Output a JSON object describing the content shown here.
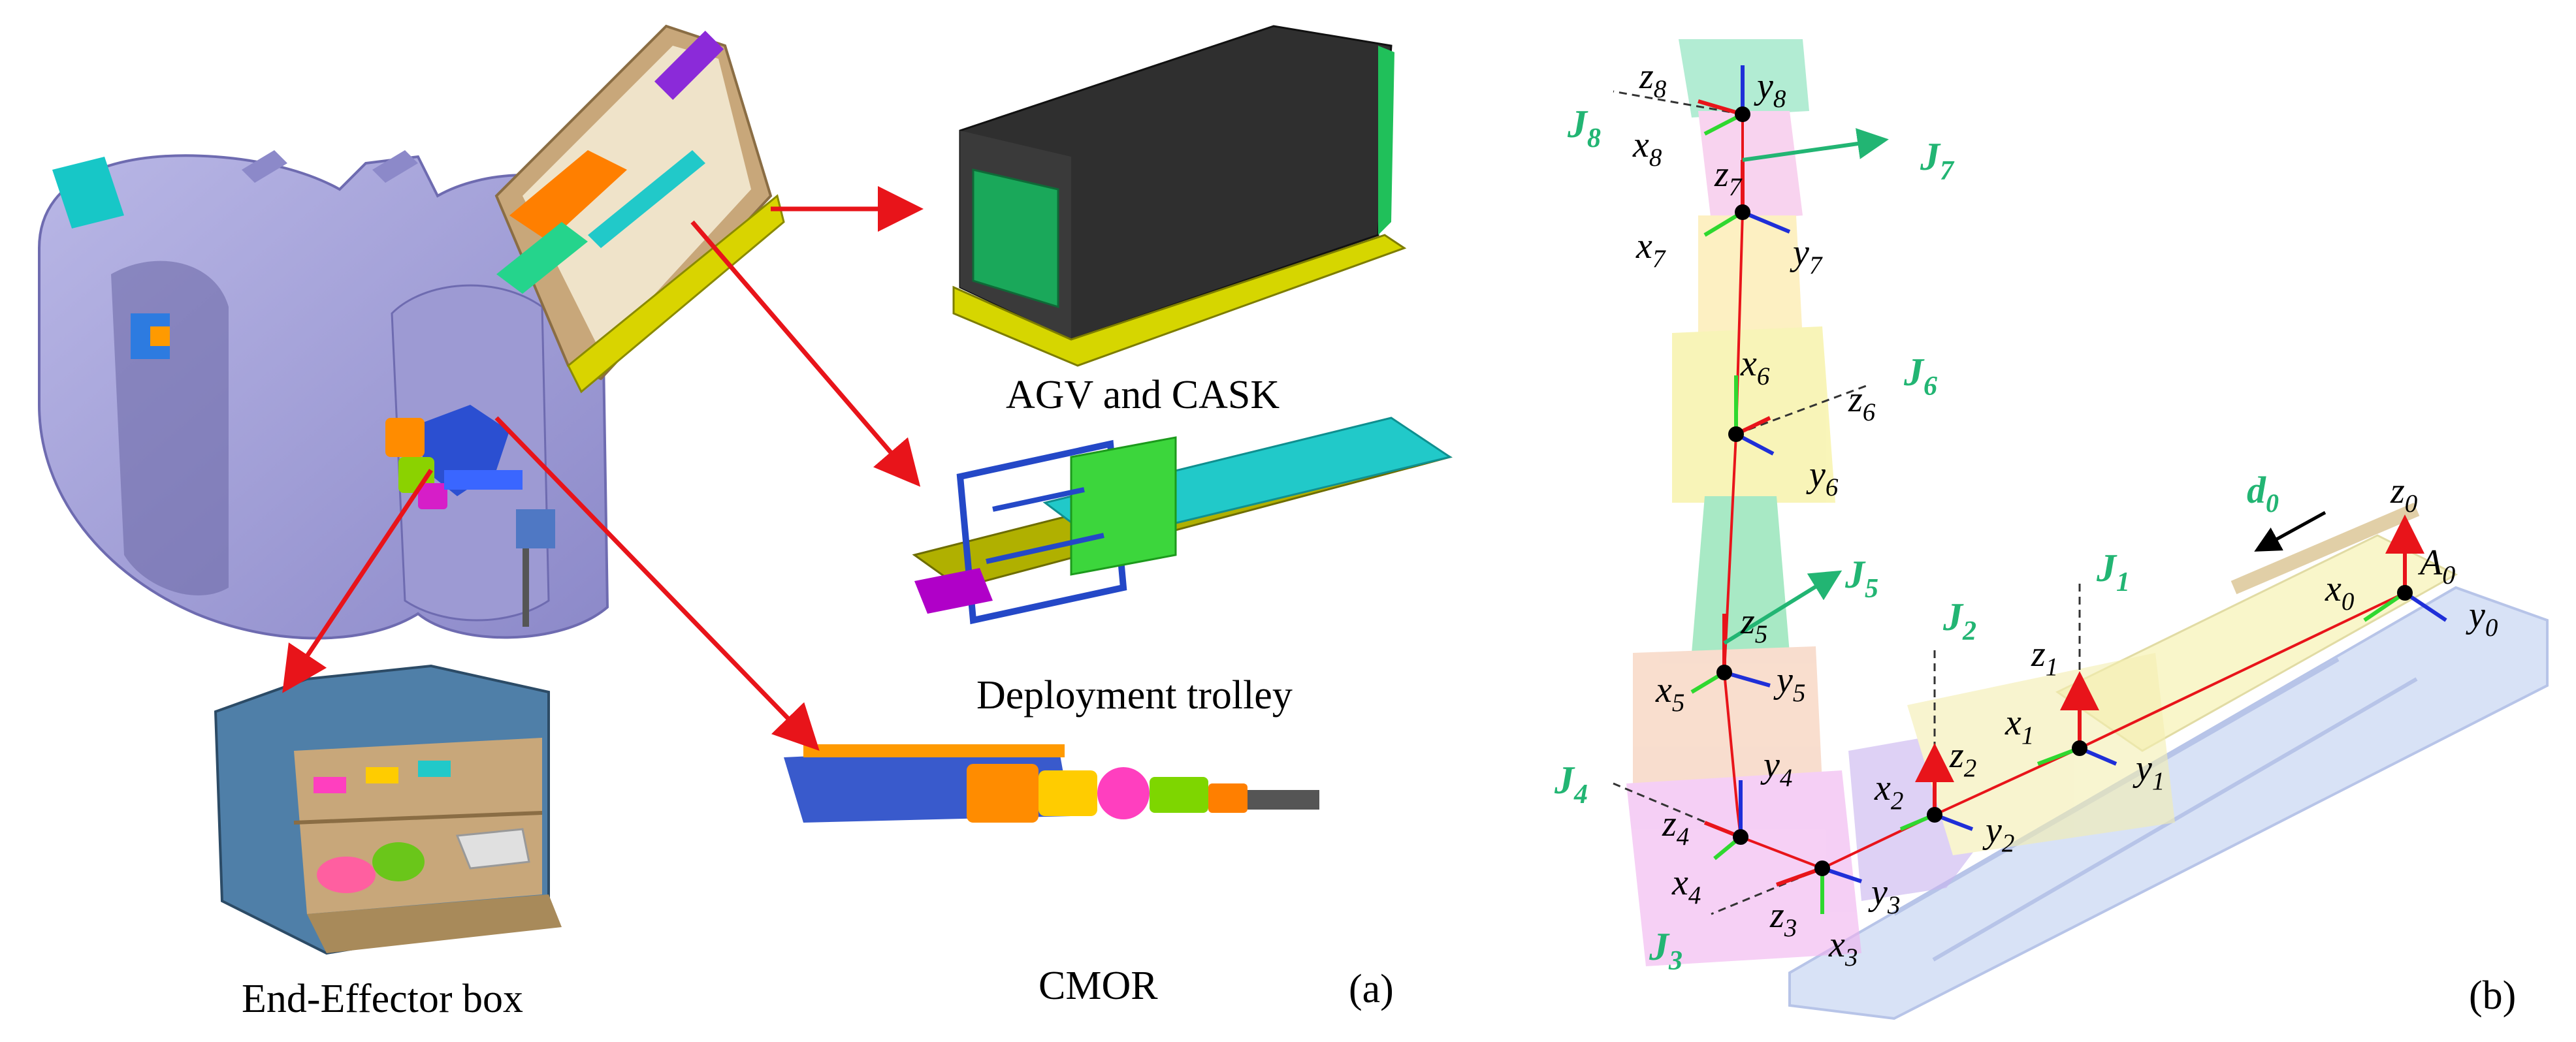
{
  "panel_a": {
    "panel_label": "(a)",
    "captions": {
      "agv": "AGV and CASK",
      "trolley": "Deployment trolley",
      "cmor": "CMOR",
      "ee_box": "End-Effector box"
    }
  },
  "panel_b": {
    "panel_label": "(b)",
    "base_frame": "A",
    "base_frame_sub": "0",
    "displacement": "d",
    "displacement_sub": "0",
    "joints": [
      {
        "name": "J",
        "sub": "1"
      },
      {
        "name": "J",
        "sub": "2"
      },
      {
        "name": "J",
        "sub": "3"
      },
      {
        "name": "J",
        "sub": "4"
      },
      {
        "name": "J",
        "sub": "5"
      },
      {
        "name": "J",
        "sub": "6"
      },
      {
        "name": "J",
        "sub": "7"
      },
      {
        "name": "J",
        "sub": "8"
      }
    ],
    "axes": [
      {
        "a": "z",
        "s": "0"
      },
      {
        "a": "x",
        "s": "0"
      },
      {
        "a": "y",
        "s": "0"
      },
      {
        "a": "z",
        "s": "1"
      },
      {
        "a": "x",
        "s": "1"
      },
      {
        "a": "y",
        "s": "1"
      },
      {
        "a": "z",
        "s": "2"
      },
      {
        "a": "x",
        "s": "2"
      },
      {
        "a": "y",
        "s": "2"
      },
      {
        "a": "z",
        "s": "3"
      },
      {
        "a": "x",
        "s": "3"
      },
      {
        "a": "y",
        "s": "3"
      },
      {
        "a": "z",
        "s": "4"
      },
      {
        "a": "x",
        "s": "4"
      },
      {
        "a": "y",
        "s": "4"
      },
      {
        "a": "z",
        "s": "5"
      },
      {
        "a": "x",
        "s": "5"
      },
      {
        "a": "y",
        "s": "5"
      },
      {
        "a": "x",
        "s": "6"
      },
      {
        "a": "z",
        "s": "6"
      },
      {
        "a": "y",
        "s": "6"
      },
      {
        "a": "z",
        "s": "7"
      },
      {
        "a": "x",
        "s": "7"
      },
      {
        "a": "y",
        "s": "7"
      },
      {
        "a": "z",
        "s": "8"
      },
      {
        "a": "y",
        "s": "8"
      },
      {
        "a": "x",
        "s": "8"
      }
    ]
  },
  "colors": {
    "arrow_red": "#e8141a",
    "joint_green": "#22b573",
    "axis_blue": "#1f2fd8",
    "axis_green": "#2fd82f"
  }
}
